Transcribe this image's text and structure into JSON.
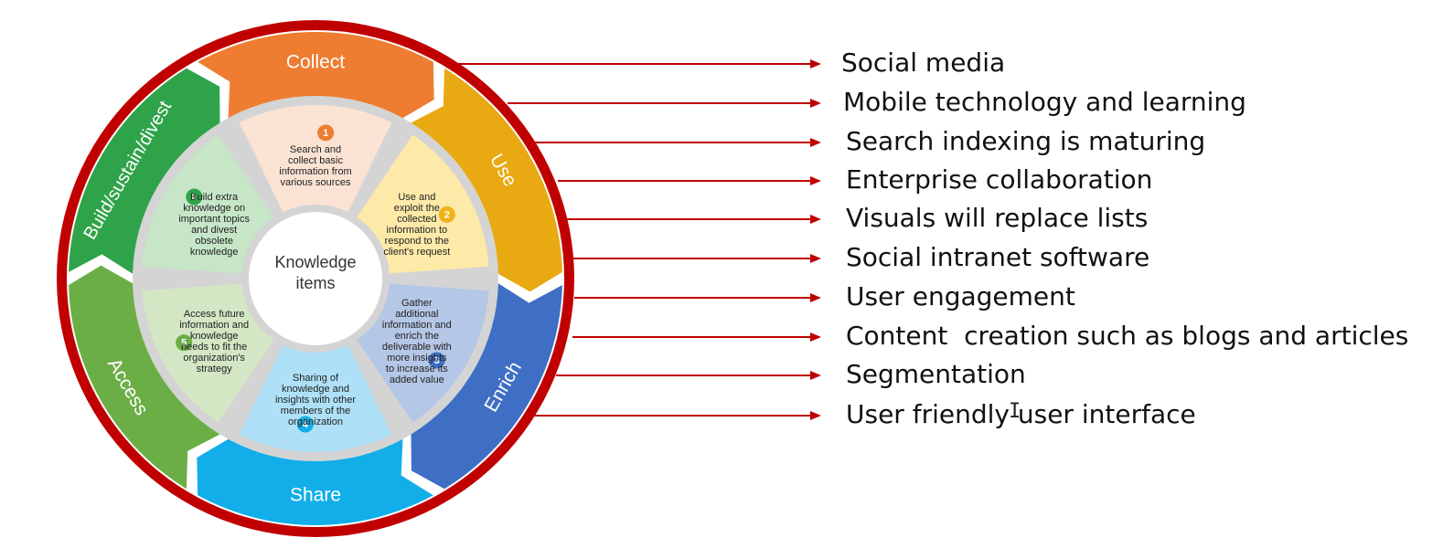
{
  "cycle": {
    "center_label": [
      "Knowledge",
      "items"
    ],
    "segments": [
      {
        "label": "Collect",
        "number": "1",
        "description": [
          "Search and",
          "collect basic",
          "information from",
          "various sources"
        ],
        "color": "#ee7d31",
        "inner_color": "#fbe3d4",
        "badge_color": "#ee7d31"
      },
      {
        "label": "Use",
        "number": "2",
        "description": [
          "Use and",
          "exploit the",
          "collected",
          "information to",
          "respond to the",
          "client's request"
        ],
        "color": "#e8a912",
        "inner_color": "#fde9a8",
        "badge_color": "#f0b21a"
      },
      {
        "label": "Enrich",
        "number": "3",
        "description": [
          "Gather",
          "additional",
          "information and",
          "enrich the",
          "deliverable with",
          "more insights",
          "to increase its",
          "added value"
        ],
        "color": "#3f6fc4",
        "inner_color": "#b5c7e6",
        "badge_color": "#3f6fc4"
      },
      {
        "label": "Share",
        "number": "4",
        "description": [
          "Sharing of",
          "knowledge and",
          "insights with other",
          "members of the",
          "organization"
        ],
        "color": "#12aee9",
        "inner_color": "#aee1f7",
        "badge_color": "#12aee9"
      },
      {
        "label": "Access",
        "number": "5",
        "description": [
          "Access future",
          "information and",
          "knowledge",
          "needs to fit the",
          "organization's",
          "strategy"
        ],
        "color": "#6cae46",
        "inner_color": "#d3e7c4",
        "badge_color": "#6cae46"
      },
      {
        "label": "Build/sustain/divest",
        "number": "6",
        "description": [
          "Build extra",
          "knowledge on",
          "important topics",
          "and divest",
          "obsolete",
          "knowledge"
        ],
        "color": "#2fa34a",
        "inner_color": "#c6e6c7",
        "badge_color": "#2fa34a"
      }
    ]
  },
  "colors": {
    "ring": "#c00000",
    "arrow": "#c00000",
    "gap": "#d4d4d4"
  },
  "trends": [
    "Social media",
    "Mobile technology and learning",
    "Search indexing is maturing",
    "Enterprise collaboration",
    "Visuals will replace lists",
    "Social intranet software",
    "User engagement",
    "Content  creation such as blogs and articles",
    "Segmentation",
    "User friendly user interface"
  ],
  "cursor_icon": "text-cursor-icon"
}
